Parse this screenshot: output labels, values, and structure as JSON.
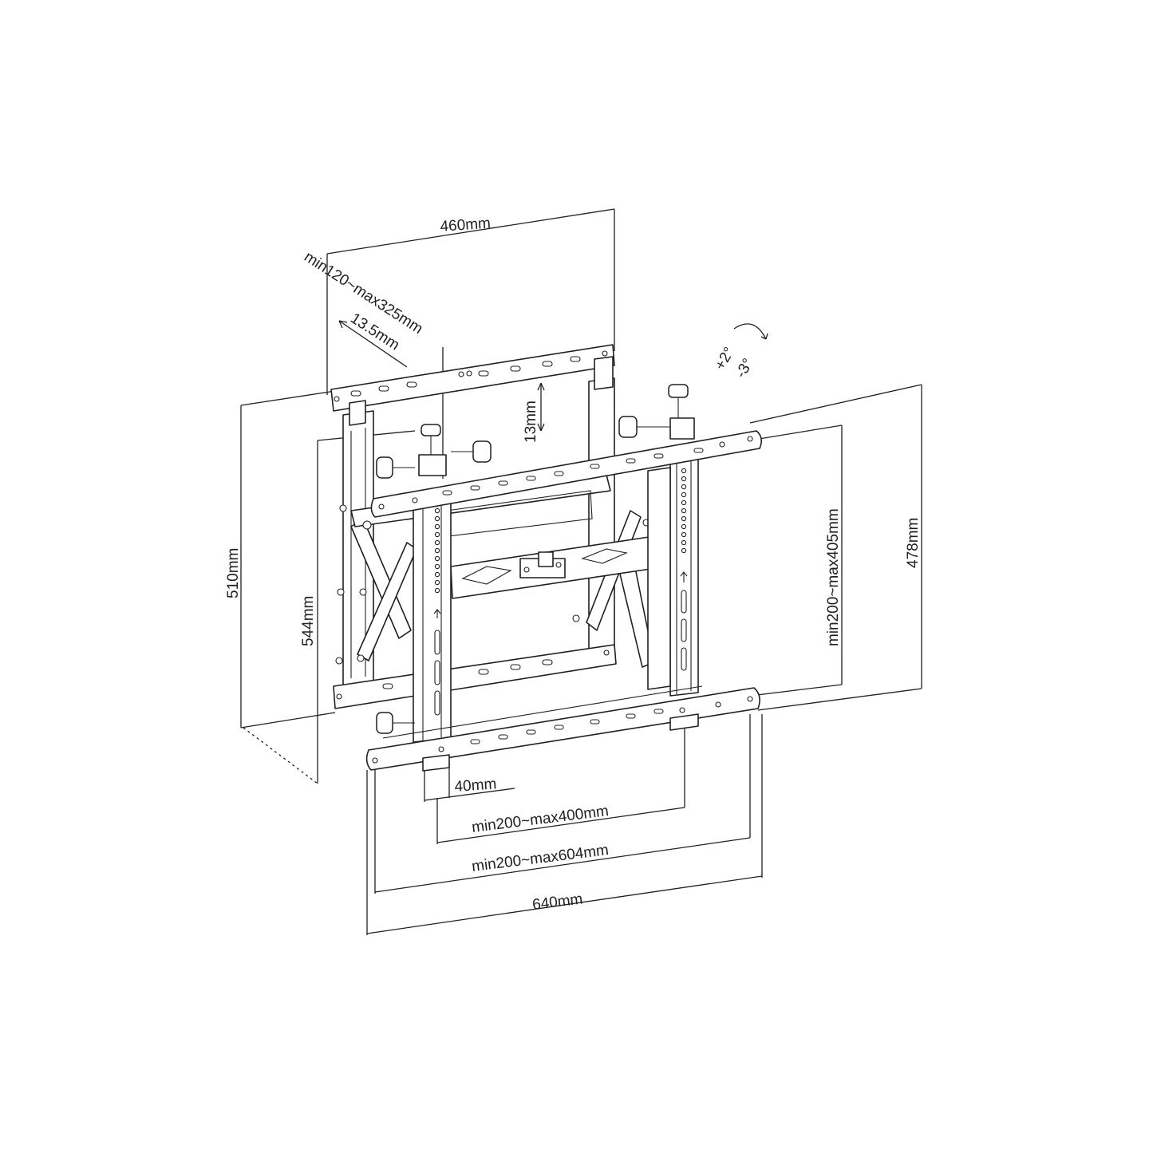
{
  "dimensions": {
    "width_top": "460mm",
    "depth_range": "min120~max325mm",
    "offset": "13.5mm",
    "vertical_travel": "13mm",
    "tilt_up": "+2°",
    "tilt_down": "-3°",
    "wall_height": "510mm",
    "frame_height": "544mm",
    "vesa_vertical": "min200~max405mm",
    "overall_height": "478mm",
    "arm_offset": "40mm",
    "vesa_horizontal_inner": "min200~max400mm",
    "vesa_horizontal_outer": "min200~max604mm",
    "overall_width": "640mm"
  },
  "colors": {
    "line": "#231f20",
    "background": "#ffffff"
  }
}
